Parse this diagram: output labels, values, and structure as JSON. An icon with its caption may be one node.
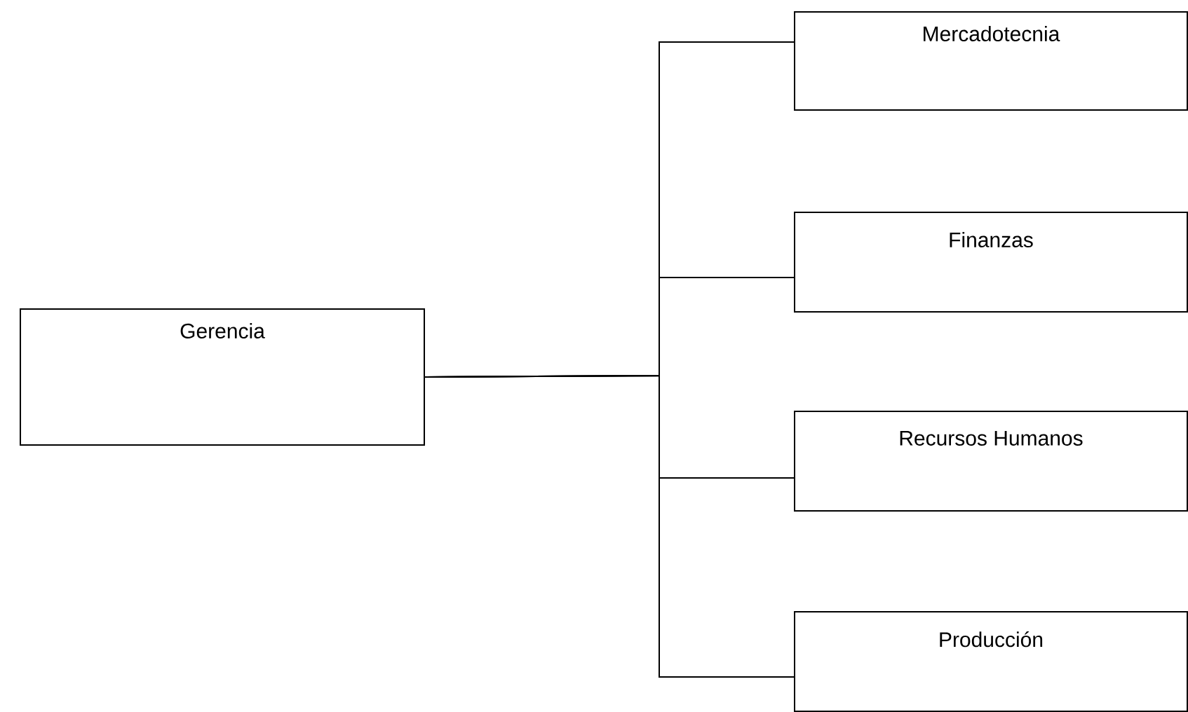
{
  "diagram": {
    "nodes": [
      {
        "text": [
          "Gerencia"
        ]
      },
      {
        "text": [
          "Mercadotecnia"
        ]
      },
      {
        "text": [
          "Finanzas"
        ]
      },
      {
        "text": [
          "Recursos Humanos"
        ]
      },
      {
        "text": [
          "Producción"
        ]
      }
    ],
    "edges": [
      {
        "from": 0,
        "to": 1,
        "arrow": "none"
      },
      {
        "from": 0,
        "to": 2,
        "arrow": "none"
      },
      {
        "from": 0,
        "to": 3,
        "arrow": "none"
      },
      {
        "from": 0,
        "to": 4,
        "arrow": "none"
      }
    ]
  }
}
